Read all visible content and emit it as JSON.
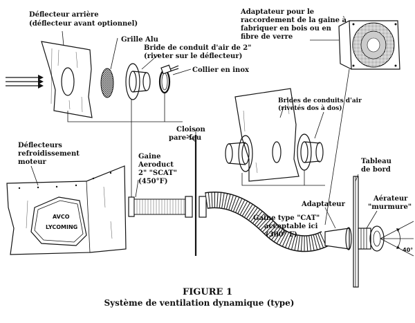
{
  "labels": {
    "rear_baffle_1": "Déflecteur arrière",
    "rear_baffle_2": "(déflecteur avant optionnel)",
    "alu_grille": "Grille Alu",
    "flange_2in_1": "Bride de conduit d'air de 2\"",
    "flange_2in_2": "(riveter sur le déflecteur)",
    "stainless_clamp": "Collier en inox",
    "adapter_big_1": "Adaptateur pour le",
    "adapter_big_2": "raccordement de la gaine à",
    "adapter_big_3": "fabriquer en bois ou en",
    "adapter_big_4": "fibre de verre",
    "duct_flanges_1": "Brides de conduits d'air",
    "duct_flanges_2": "(rivetés dos à dos)",
    "firewall_1": "Cloison",
    "firewall_2": "pare-feu",
    "engine_baffles_1": "Déflecteurs",
    "engine_baffles_2": "refroidissement",
    "engine_baffles_3": "moteur",
    "aeroduct_1": "Gaine",
    "aeroduct_2": "Aeroduct",
    "aeroduct_3": "2\" \"SCAT\"",
    "aeroduct_4": "(450°F)",
    "dashboard_1": "Tableau",
    "dashboard_2": "de bord",
    "adapter_small": "Adaptateur",
    "vent_1": "Aérateur",
    "vent_2": "\"murmure\"",
    "cat_duct_1": "Gaine type \"CAT\"",
    "cat_duct_2": "acceptable ici",
    "cat_duct_3": "(300° F)",
    "angle": "40°",
    "logo_1": "AVCO",
    "logo_2": "LYCOMING"
  },
  "caption": {
    "title": "FIGURE 1",
    "subtitle": "Système de ventilation dynamique (type)"
  }
}
